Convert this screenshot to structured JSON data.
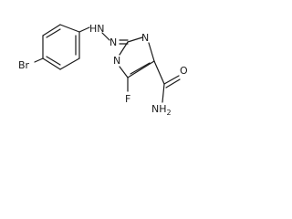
{
  "atoms": {
    "br": "Br",
    "hn": "HN",
    "n_azo": "N",
    "n_ring_top": "N",
    "n_ring_bottom": "N",
    "f": "F",
    "o": "O",
    "nh2": "NH",
    "nh2_sub": "2"
  },
  "colors": {
    "bond": "#1a1a1a",
    "text": "#1a1a1a",
    "background": "#ffffff"
  }
}
